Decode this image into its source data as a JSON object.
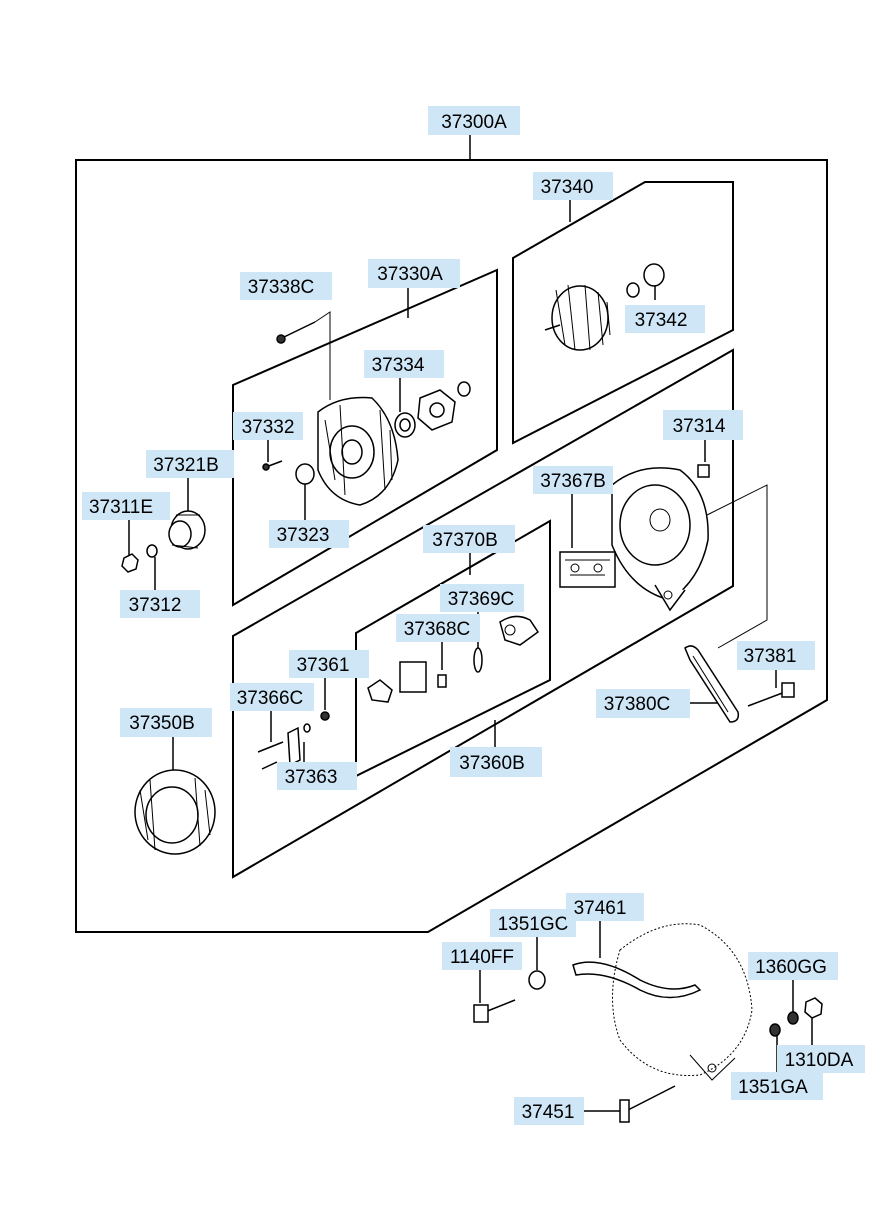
{
  "labels": {
    "l37300A": "37300A",
    "l37340": "37340",
    "l37342": "37342",
    "l37338C": "37338C",
    "l37330A": "37330A",
    "l37334": "37334",
    "l37332": "37332",
    "l37321B": "37321B",
    "l37323": "37323",
    "l37311E": "37311E",
    "l37312": "37312",
    "l37314": "37314",
    "l37367B": "37367B",
    "l37370B": "37370B",
    "l37369C": "37369C",
    "l37368C": "37368C",
    "l37361": "37361",
    "l37366C": "37366C",
    "l37363": "37363",
    "l37350B": "37350B",
    "l37360B": "37360B",
    "l37381": "37381",
    "l37380C": "37380C",
    "l1351GC": "1351GC",
    "l37461": "37461",
    "l1140FF": "1140FF",
    "l1360GG": "1360GG",
    "l1310DA": "1310DA",
    "l1351GA": "1351GA",
    "l37451": "37451"
  }
}
